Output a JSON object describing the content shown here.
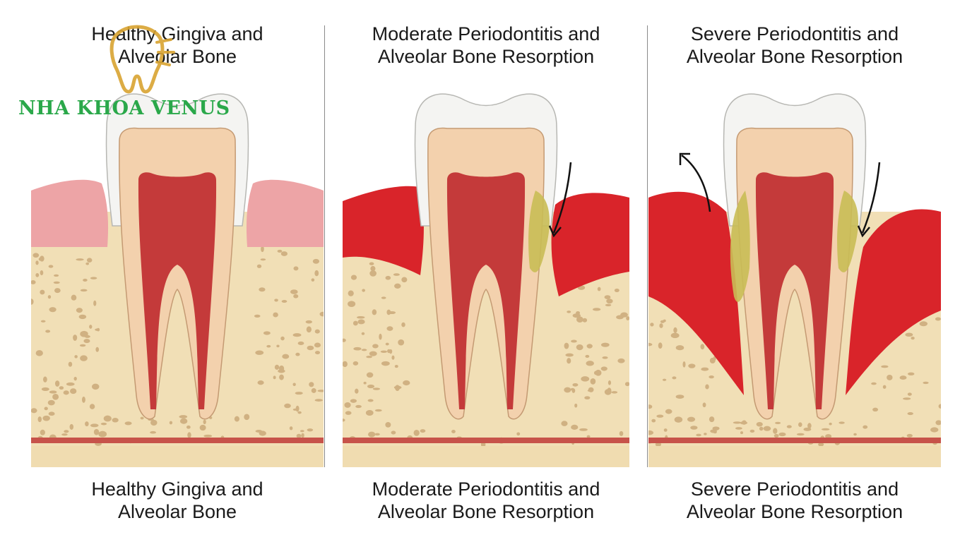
{
  "logo": {
    "text": "NHA KHOA VENUS",
    "color": "#2aa84a",
    "tooth_color": "#d9a431"
  },
  "panels": [
    {
      "id": "healthy",
      "top_title": [
        "Healthy Gingiva and",
        "Alveolar Bone"
      ],
      "bottom_title": [
        "Healthy Gingiva and",
        "Alveolar Bone"
      ],
      "stage": 0
    },
    {
      "id": "moderate",
      "top_title": [
        "Moderate Periodontitis and",
        "Alveolar Bone Resorption"
      ],
      "bottom_title": [
        "Moderate Periodontitis and",
        "Alveolar Bone Resorption"
      ],
      "stage": 1
    },
    {
      "id": "severe",
      "top_title": [
        "Severe Periodontitis and",
        "Alveolar Bone Resorption"
      ],
      "bottom_title": [
        "Severe Periodontitis and",
        "Alveolar Bone Resorption"
      ],
      "stage": 2
    }
  ],
  "colors": {
    "bone": "#f1dfb6",
    "bone_pore": "#cba97a",
    "gum_healthy": "#eda4a6",
    "gum_inflamed": "#d9242a",
    "enamel": "#f4f4f2",
    "dentin": "#f3d1ad",
    "pulp": "#c43a3a",
    "plaque": "#c9bd55"
  }
}
